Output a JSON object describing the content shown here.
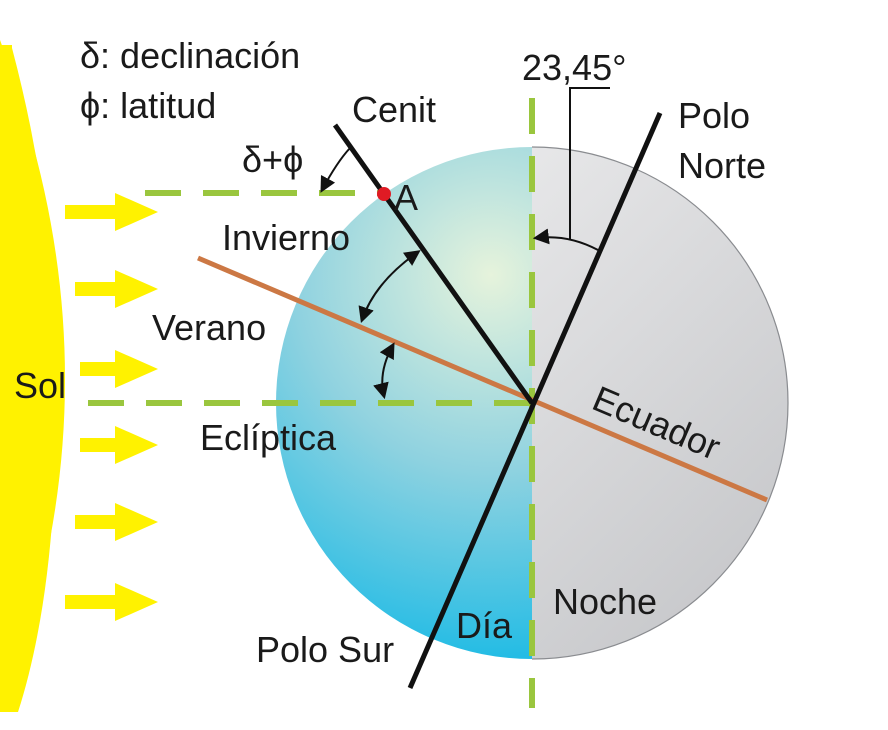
{
  "legend": {
    "delta_line": "δ: declinación",
    "phi_line": "ϕ: latitud"
  },
  "labels": {
    "sun": "Sol",
    "zenith": "Cenit",
    "point_a": "A",
    "angle_sum": "δ+ϕ",
    "winter": "Invierno",
    "summer": "Verano",
    "ecliptic": "Eclíptica",
    "tilt": "23,45°",
    "north_pole_line1": "Polo",
    "north_pole_line2": "Norte",
    "south_pole": "Polo Sur",
    "equator": "Ecuador",
    "day": "Día",
    "night": "Noche"
  },
  "colors": {
    "sun": "#fff200",
    "day_side": "#1ec0e8",
    "night_side": "#cfd0d3",
    "equator_line": "#cc7844",
    "dashed_guides": "#9ac63e",
    "point_a": "#e01b24",
    "axis_lines": "#111111"
  }
}
